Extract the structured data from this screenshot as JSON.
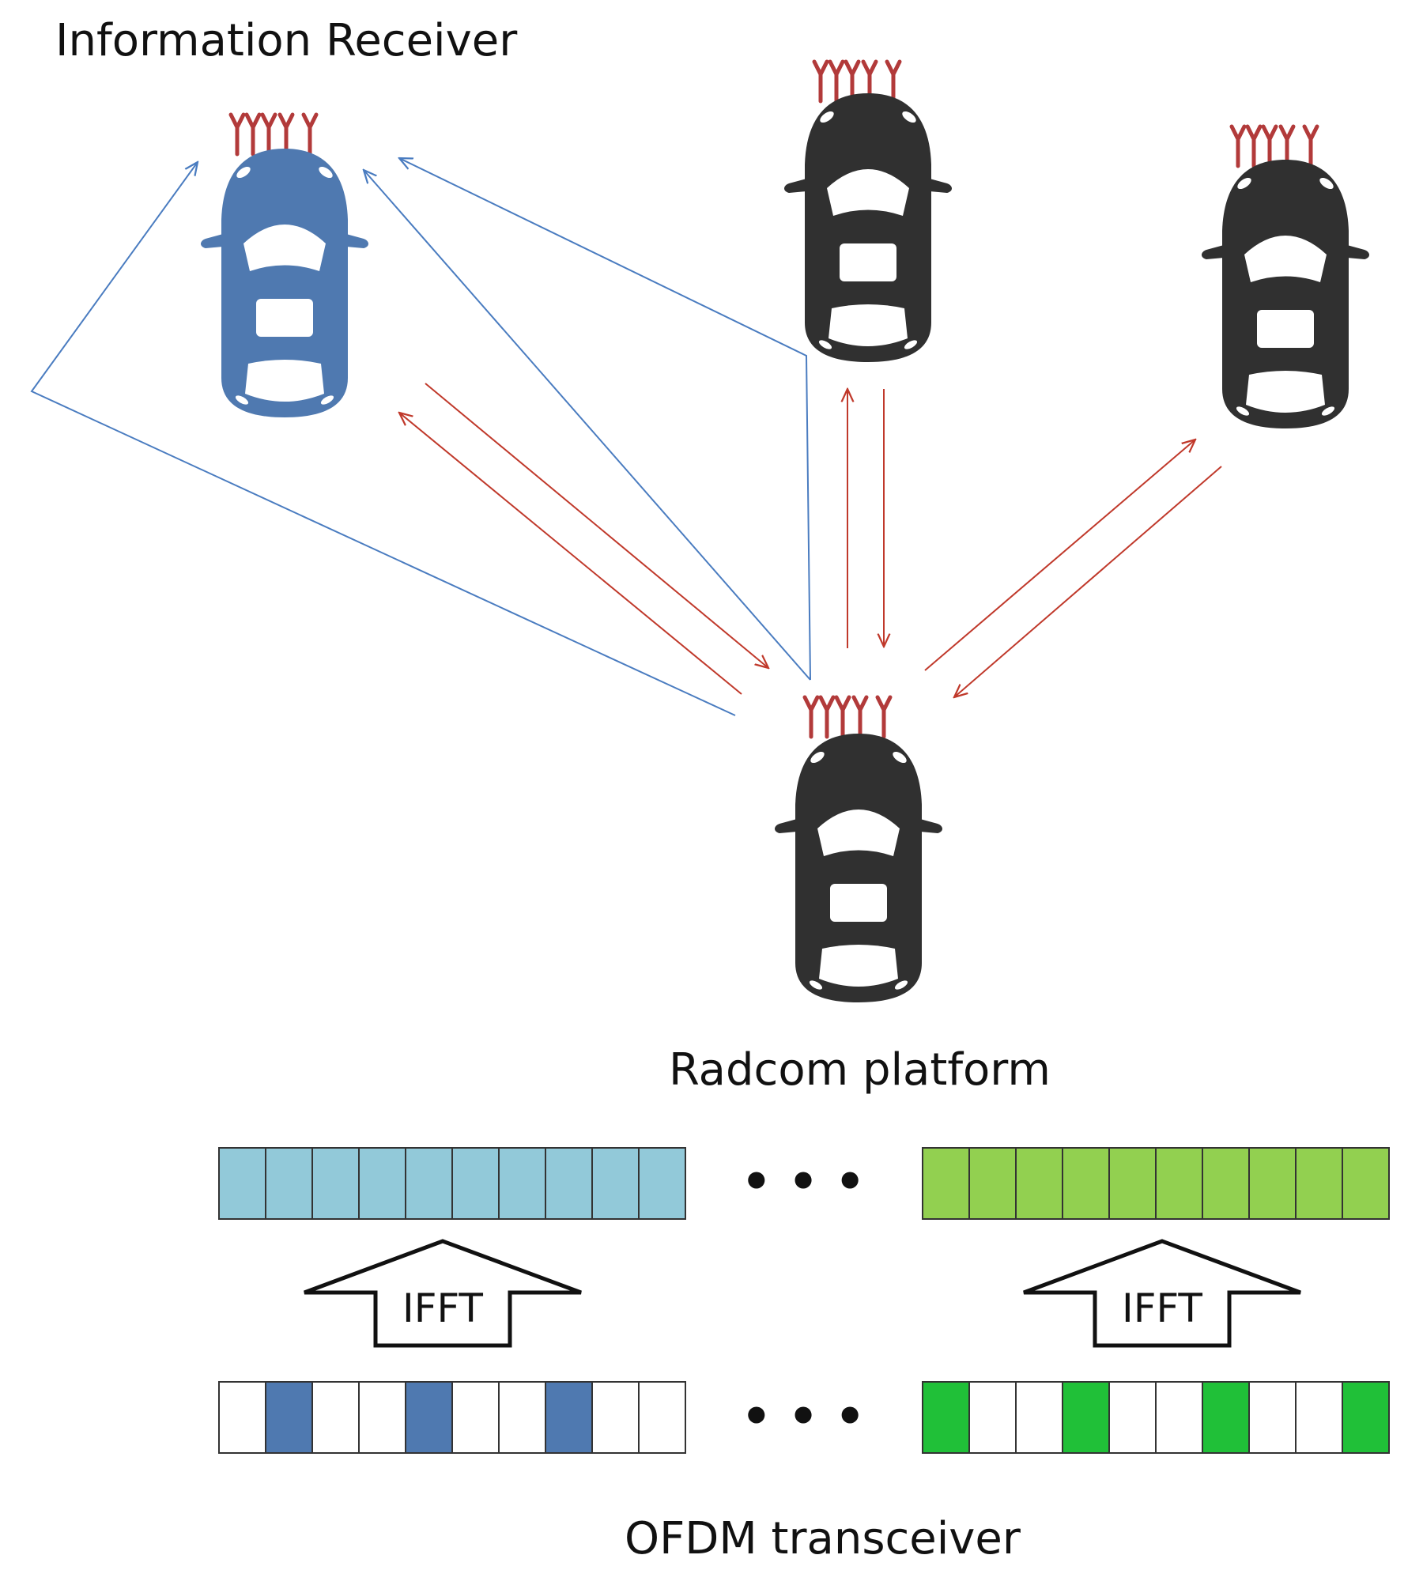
{
  "labels": {
    "info_receiver": "Information Receiver",
    "radcom": "Radcom platform",
    "ofdm": "OFDM transceiver",
    "ifft_left": "IFFT",
    "ifft_right": "IFFT",
    "ellipsis_top": "• • •",
    "ellipsis_bottom": "• • •"
  },
  "colors": {
    "receiver_car": "#4f79b0",
    "target_car": "#303030",
    "antenna": "#b23a3a",
    "comm_link": "#4a7cc0",
    "radar_link": "#c0392b",
    "blue_block": "#92c9d9",
    "blue_active": "#4f79b0",
    "green_block": "#92d050",
    "green_active": "#20c038"
  },
  "ofdm_blocks": {
    "cells_per_block": 10,
    "left_active_subcarriers": [
      1,
      4,
      7
    ],
    "right_active_subcarriers": [
      0,
      3,
      6,
      9
    ]
  }
}
